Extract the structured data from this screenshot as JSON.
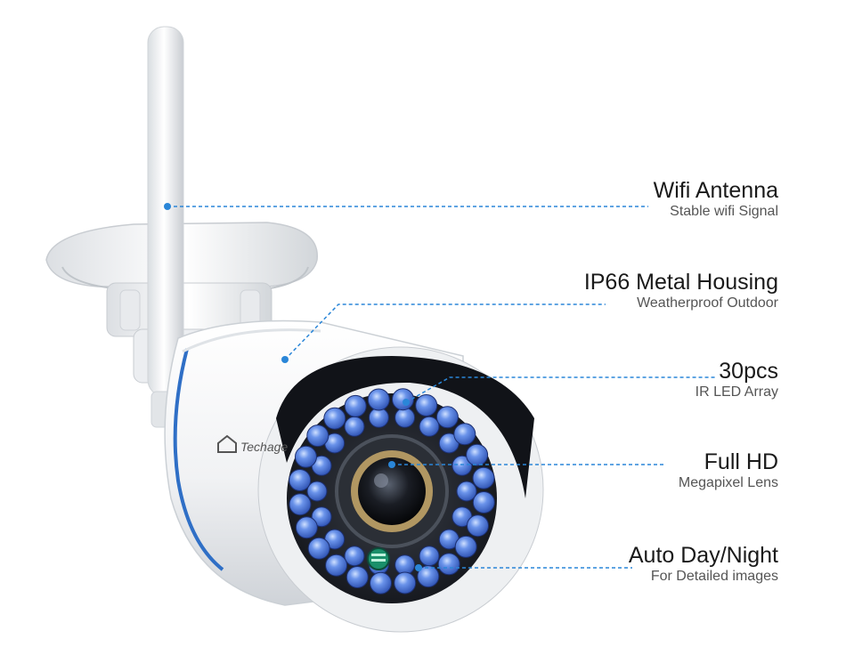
{
  "brand": "Techage",
  "callouts": [
    {
      "title": "Wifi Antenna",
      "subtitle": "Stable wifi Signal"
    },
    {
      "title": "IP66 Metal Housing",
      "subtitle": "Weatherproof Outdoor"
    },
    {
      "title": "30pcs",
      "subtitle": "IR LED Array"
    },
    {
      "title": "Full HD",
      "subtitle": "Megapixel Lens"
    },
    {
      "title": "Auto Day/Night",
      "subtitle": "For Detailed images"
    }
  ],
  "colors": {
    "callout_line": "#2a86d8",
    "body": "#f4f5f7",
    "ir_led": "#4a78d8",
    "ring": "#2f6fc6",
    "visor": "#111318"
  }
}
